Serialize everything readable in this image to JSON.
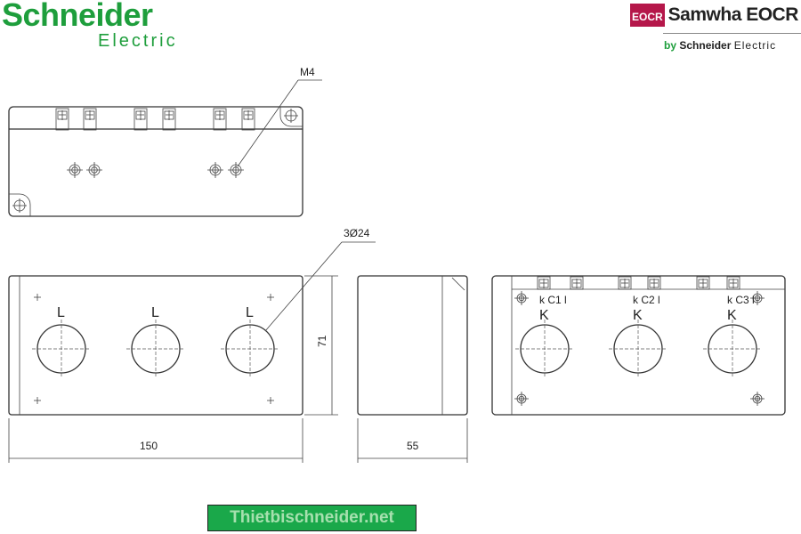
{
  "logos": {
    "schneider_name": "Schneider",
    "schneider_sub": "Electric",
    "samwha_box": "EOCR",
    "samwha_name": "Samwha EOCR",
    "by_prefix": "by",
    "by_brand": "Schneider",
    "by_sub": "Electric",
    "brand_green": "#1e9e3c",
    "samwha_color": "#b5174a"
  },
  "drawing": {
    "top_view_label": "M4",
    "front_view_hole_label": "3Ø24",
    "front_view_hole_letter": "L",
    "height_dim": "71",
    "width_dim": "150",
    "depth_dim": "55",
    "rear_labels": [
      "k C1 l",
      "k C2 l",
      "k C3 l"
    ],
    "rear_letter": "K"
  },
  "watermark": "Thietbischneider.net"
}
